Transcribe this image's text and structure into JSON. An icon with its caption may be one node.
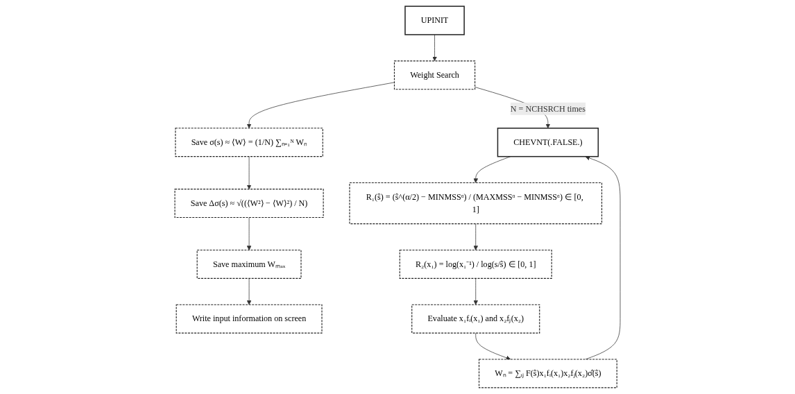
{
  "diagram": {
    "nodes": [
      {
        "text": [
          "UPINIT"
        ]
      },
      {
        "text": [
          "Weight Search"
        ]
      },
      {
        "text": [
          "Save σ(s) ≈ ⟨W⟩ = (1/N) ∑ₙ₌₁ᴺ Wₙ"
        ]
      },
      {
        "text": [
          "Save Δσ(s) ≈ √((⟨W²⟩ − ⟨W⟩²) / N)"
        ]
      },
      {
        "text": [
          "Save maximum Wₘₐₓ"
        ]
      },
      {
        "text": [
          "Write input information on screen"
        ]
      },
      {
        "text": [
          "CHEVNT(.FALSE.)"
        ]
      },
      {
        "text": [
          "R₁(ŝ) = (ŝ^(α/2) − MINMSSᵅ) / (MAXMSSᵅ − MINMSSᵅ) ∈ [0, 1]"
        ]
      },
      {
        "text": [
          "R₂(x₁) = log(x₁⁻¹) / log(s/ŝ) ∈ [0, 1]"
        ]
      },
      {
        "text": [
          "Evaluate x₁fᵢ(x₁) and x₂fⱼ(x₂)"
        ]
      },
      {
        "text": [
          "Wₙ = ∑ᵢⱼ F(ŝ)x₁fᵢ(x₁)x₂fⱼ(x₂)σ̂(ŝ)"
        ]
      }
    ],
    "edges": [
      {
        "from": 0,
        "to": 1,
        "arrow": "to"
      },
      {
        "from": 1,
        "to": 2,
        "arrow": "to"
      },
      {
        "from": 2,
        "to": 3,
        "arrow": "to"
      },
      {
        "from": 3,
        "to": 4,
        "arrow": "to"
      },
      {
        "from": 4,
        "to": 5,
        "arrow": "to"
      },
      {
        "from": 1,
        "to": 6,
        "arrow": "to",
        "label": "N = NCHSRCH times"
      },
      {
        "from": 6,
        "to": 7,
        "arrow": "to"
      },
      {
        "from": 7,
        "to": 8,
        "arrow": "to"
      },
      {
        "from": 8,
        "to": 9,
        "arrow": "to"
      },
      {
        "from": 9,
        "to": 10,
        "arrow": "to"
      },
      {
        "from": 10,
        "to": 6,
        "arrow": "to"
      }
    ]
  }
}
